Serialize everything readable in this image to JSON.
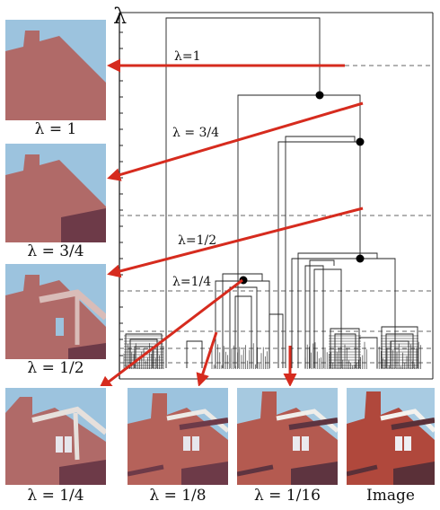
{
  "axis": {
    "symbol": "λ"
  },
  "thresholds": [
    {
      "label": "λ=1"
    },
    {
      "label": "λ = 3/4"
    },
    {
      "label": "λ=1/2"
    },
    {
      "label": "λ=1/4"
    }
  ],
  "captions": {
    "c1": "λ = 1",
    "c34": "λ = 3/4",
    "c12": "λ = 1/2",
    "c14": "λ = 1/4",
    "c18": "λ = 1/8",
    "c116": "λ = 1/16",
    "image": "Image"
  },
  "colors": {
    "sky": "#9cc3de",
    "brick": "#b06a68",
    "dark_brick": "#6d3a48",
    "arrow": "#d62b1e",
    "line": "#222222",
    "dash": "#555555"
  }
}
